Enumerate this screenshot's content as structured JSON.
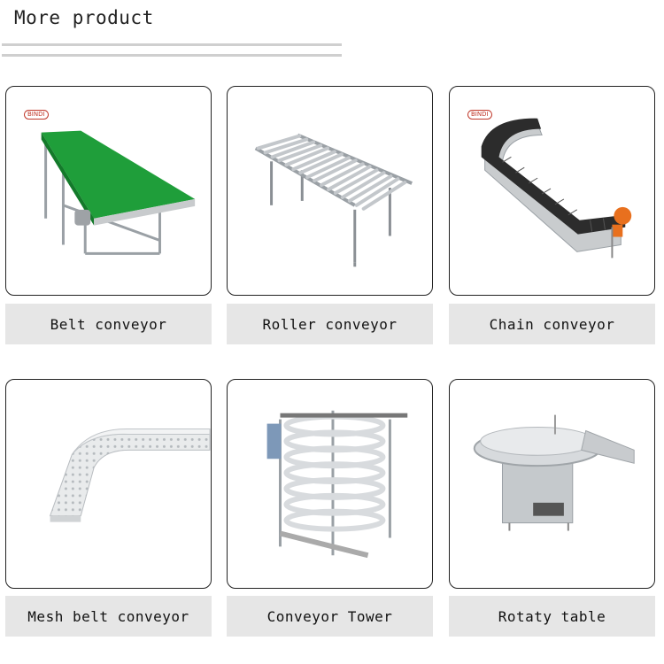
{
  "page": {
    "title": "More product"
  },
  "products": [
    {
      "name": "Belt conveyor",
      "logo": "BINDI",
      "image": "belt-conveyor-image"
    },
    {
      "name": "Roller conveyor",
      "logo": "",
      "image": "roller-conveyor-image"
    },
    {
      "name": "Chain conveyor",
      "logo": "BINDI",
      "image": "chain-conveyor-image"
    },
    {
      "name": "Mesh belt conveyor",
      "logo": "",
      "image": "mesh-belt-conveyor-image"
    },
    {
      "name": "Conveyor Tower",
      "logo": "",
      "image": "conveyor-tower-image"
    },
    {
      "name": "Rotaty table",
      "logo": "",
      "image": "rotary-table-image"
    }
  ],
  "colors": {
    "belt_green": "#1f9e3a",
    "orange_motor": "#e8701e",
    "steel": "#b8bcc0",
    "caption_bg": "#e6e6e6"
  }
}
